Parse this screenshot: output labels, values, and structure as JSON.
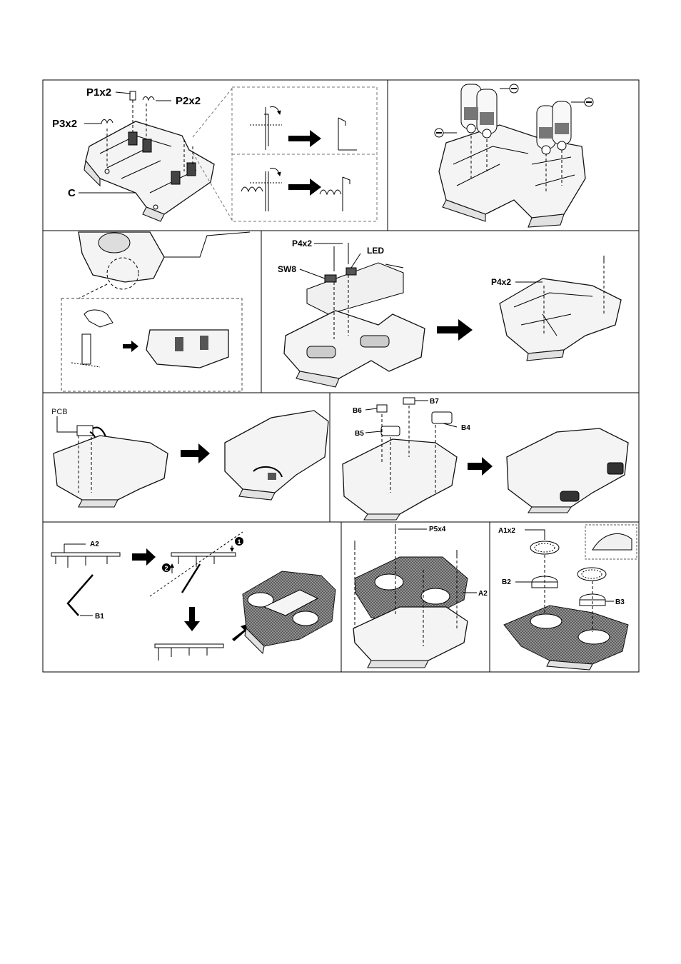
{
  "labels": {
    "p1": "P1x2",
    "p2": "P2x2",
    "p3": "P3x2",
    "c": "C",
    "p4a": "P4x2",
    "led": "LED",
    "sw8": "SW8",
    "p4b": "P4x2",
    "pcb": "PCB",
    "b6": "B6",
    "b7": "B7",
    "b5": "B5",
    "b4": "B4",
    "a2a": "A2",
    "b1": "B1",
    "step1": "1",
    "step2": "2",
    "p5": "P5x4",
    "a2b": "A2",
    "a1": "A1x2",
    "b2": "B2",
    "b3": "B3"
  },
  "icons": {
    "arrow": "arrow-right-icon",
    "arrow_down": "arrow-down-icon",
    "minus": "minus-badge-icon"
  }
}
